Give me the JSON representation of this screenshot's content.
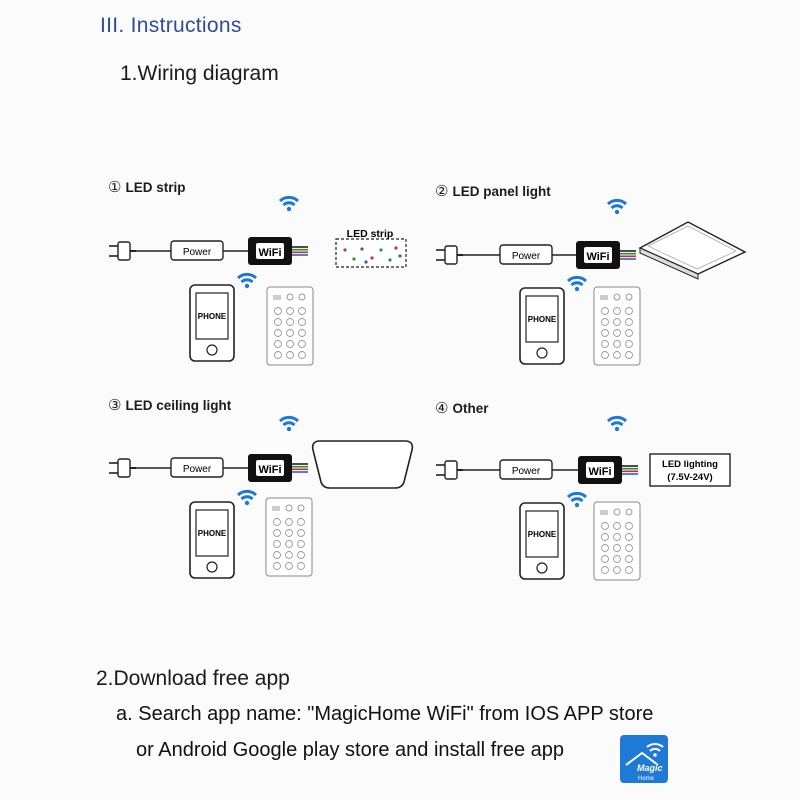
{
  "section_title": "III. Instructions",
  "wiring": {
    "heading": "1.Wiring diagram",
    "power_label": "Power",
    "wifi_label": "WiFi",
    "phone_label": "PHONE",
    "panels": [
      {
        "number": "①",
        "label": "LED strip"
      },
      {
        "number": "②",
        "label": "LED panel light"
      },
      {
        "number": "③",
        "label": "LED ceiling light"
      },
      {
        "number": "④",
        "label": "Other"
      }
    ],
    "strip_label": "LED strip",
    "other_box": [
      "LED lighting",
      "(7.5V-24V)"
    ]
  },
  "download": {
    "heading": "2.Download free app",
    "line1": "a. Search app name: \"MagicHome WiFi\" from IOS APP store",
    "line2": "or Android Google play store and install free app",
    "app_icon_text": [
      "Magic",
      "Home"
    ]
  },
  "colors": {
    "title_blue": "#2f4c9b",
    "app_icon_blue": "#1e7ad6"
  }
}
